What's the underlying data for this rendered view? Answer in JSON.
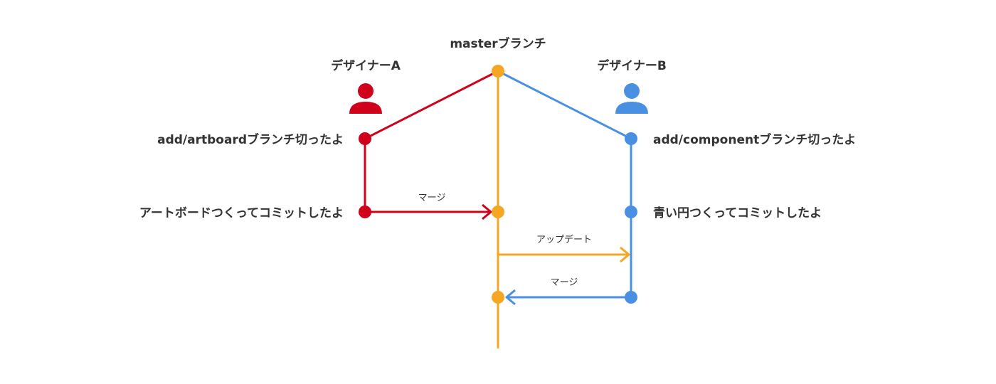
{
  "colors": {
    "designer_a": "#d0021b",
    "master": "#f5a623",
    "designer_b": "#4a90e2",
    "text": "#333333"
  },
  "master": {
    "title": "masterブランチ"
  },
  "designer_a": {
    "name": "デザイナーA",
    "icon": "user-icon",
    "branch_label": "add/artboardブランチ切ったよ",
    "commit_label": "アートボードつくってコミットしたよ"
  },
  "designer_b": {
    "name": "デザイナーB",
    "icon": "user-icon",
    "branch_label": "add/componentブランチ切ったよ",
    "commit_label": "青い円つくってコミットしたよ"
  },
  "arrows": {
    "merge_a": "マージ",
    "update_b": "アップデート",
    "merge_b": "マージ"
  }
}
